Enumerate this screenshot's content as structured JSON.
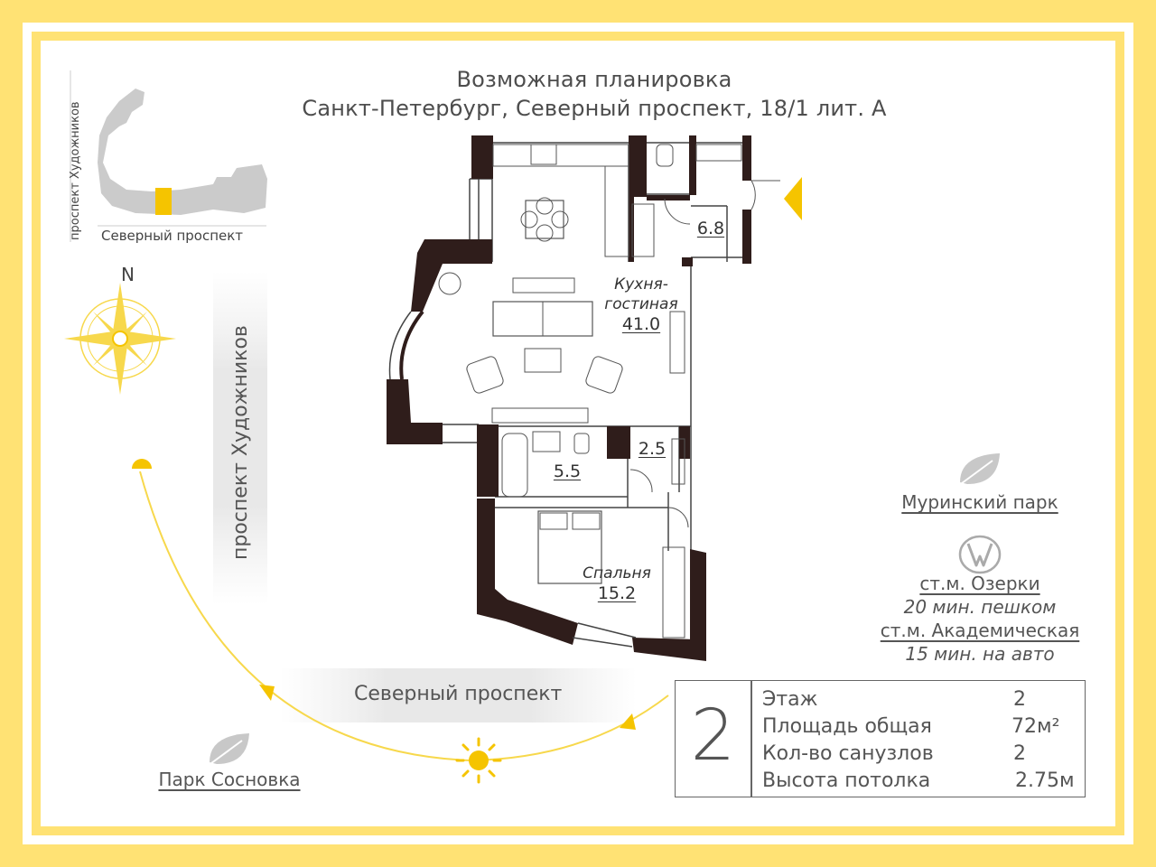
{
  "header": {
    "line1": "Возможная планировка",
    "line2": "Санкт-Петербург, Северный проспект, 18/1 лит. А"
  },
  "minimap": {
    "street_vertical": "проспект Художников",
    "street_horizontal": "Северный проспект",
    "highlight_color": "#f5c400"
  },
  "compass": {
    "north_label": "N"
  },
  "streets": {
    "vertical": "проспект Художников",
    "horizontal": "Северный проспект"
  },
  "rooms": {
    "kitchen": {
      "name": "Кухня-\nгостиная",
      "area": "41.0"
    },
    "hall": {
      "area": "6.8"
    },
    "bath": {
      "area": "5.5"
    },
    "wc": {
      "area": "2.5"
    },
    "bedroom": {
      "name": "Спальня",
      "area": "15.2"
    }
  },
  "poi": {
    "park_murino": "Муринский парк",
    "metro1": "ст.м. Озерки",
    "metro1_time": "20 мин. пешком",
    "metro2": "ст.м. Академическая",
    "metro2_time": "15 мин. на авто",
    "park_sosnovka": "Парк Сосновка"
  },
  "info": {
    "floor_number": "2",
    "rows": [
      {
        "label": "Этаж",
        "value": "2"
      },
      {
        "label": "Площадь общая",
        "value": "72м²"
      },
      {
        "label": "Кол-во санузлов",
        "value": "2"
      },
      {
        "label": "Высота потолка",
        "value": "2.75м"
      }
    ]
  },
  "colors": {
    "frame": "#ffe274",
    "wall": "#2f1d1b",
    "sun": "#f5c400",
    "sun_path": "#f7d84c"
  }
}
